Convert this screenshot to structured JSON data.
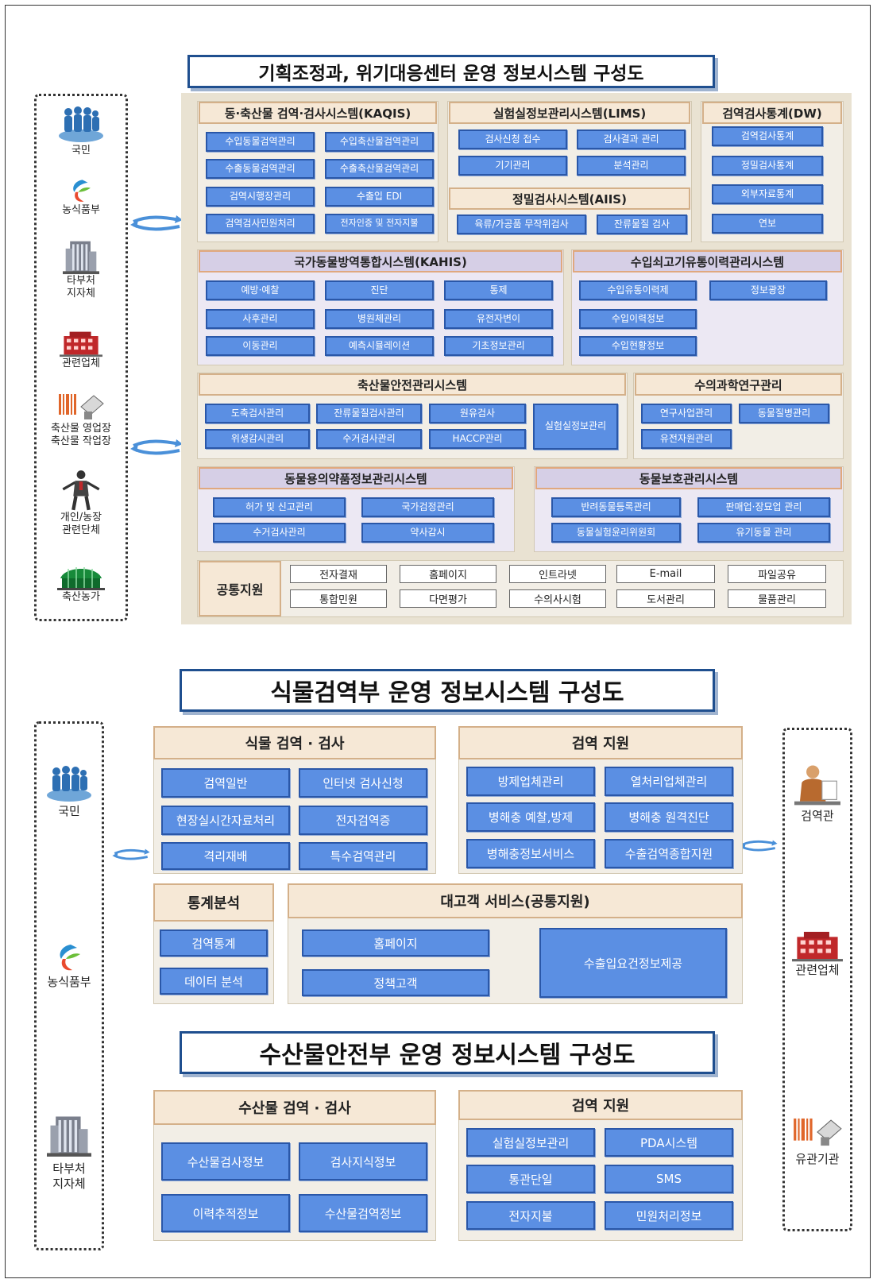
{
  "colors": {
    "module_fill": "#5b8fe3",
    "module_border": "#2a57a8",
    "title_border": "#1f4f8f",
    "panel": "#e9e2d2"
  },
  "section1": {
    "title": "기획조정과, 위기대응센터 운영 정보시스템 구성도",
    "stakeholders": [
      "국민",
      "농식품부",
      "타부처\n지자체",
      "관련업체",
      "축산물 영업장\n축산물 작업장",
      "개인/농장\n관련단체",
      "축산농가"
    ],
    "kaqis": {
      "title": "동·축산물 검역·검사시스템(KAQIS)",
      "items": [
        "수입동물검역관리",
        "수입축산물검역관리",
        "수출동물검역관리",
        "수출축산물검역관리",
        "검역시행장관리",
        "수출입 EDI",
        "검역검사민원처리",
        "전자인증 및 전자지불"
      ]
    },
    "lims": {
      "title": "실험실정보관리시스템(LIMS)",
      "items": [
        "검사신청 접수",
        "검사결과 관리",
        "기기관리",
        "분석관리"
      ]
    },
    "aiis": {
      "title": "정밀검사시스템(AIIS)",
      "items": [
        "육류/가공품 무작위검사",
        "잔류물질 검사"
      ]
    },
    "dw": {
      "title": "검역검사통계(DW)",
      "items": [
        "검역검사통계",
        "정밀검사통계",
        "외부자료통계",
        "연보"
      ]
    },
    "kahis": {
      "title": "국가동물방역통합시스템(KAHIS)",
      "items": [
        "예방·예찰",
        "진단",
        "통제",
        "사후관리",
        "병원체관리",
        "유전자변이",
        "이동관리",
        "예측시뮬레이션",
        "기초정보관리"
      ]
    },
    "beef": {
      "title": "수입쇠고기유통이력관리시스템",
      "items": [
        "수입유통이력제",
        "정보광장",
        "수입이력정보",
        "수입현황정보"
      ]
    },
    "safety": {
      "title": "축산물안전관리시스템",
      "items": [
        "도축검사관리",
        "잔류물질검사관리",
        "원유검사",
        "실험실정보관리",
        "위생감시관리",
        "수거검사관리",
        "HACCP관리"
      ]
    },
    "vet": {
      "title": "수의과학연구관리",
      "items": [
        "연구사업관리",
        "동물질병관리",
        "유전자원관리"
      ]
    },
    "drug": {
      "title": "동물용의약품정보관리시스템",
      "items": [
        "허가 및 신고관리",
        "국가검정관리",
        "수거검사관리",
        "약사감시"
      ]
    },
    "protect": {
      "title": "동물보호관리시스템",
      "items": [
        "반려동물등록관리",
        "판매업·장묘업 관리",
        "동물실험윤리위원회",
        "유기동물 관리"
      ]
    },
    "common": {
      "title": "공통지원",
      "items": [
        "전자결재",
        "홈페이지",
        "인트라넷",
        "E-mail",
        "파일공유",
        "통합민원",
        "다면평가",
        "수의사시험",
        "도서관리",
        "물품관리"
      ]
    }
  },
  "section2": {
    "title": "식물검역부 운영 정보시스템 구성도",
    "left_stakeholders": [
      "국민",
      "농식품부",
      "타부처\n지자체"
    ],
    "right_stakeholders": [
      "검역관",
      "관련업체",
      "유관기관"
    ],
    "inspect": {
      "title": "식물 검역 · 검사",
      "items": [
        "검역일반",
        "인터넷 검사신청",
        "현장실시간자료처리",
        "전자검역증",
        "격리재배",
        "특수검역관리"
      ]
    },
    "support": {
      "title": "검역 지원",
      "items": [
        "방제업체관리",
        "열처리업체관리",
        "병해충 예찰,방제",
        "병해충 원격진단",
        "병해충정보서비스",
        "수출검역종합지원"
      ]
    },
    "stats": {
      "title": "통계분석",
      "items": [
        "검역통계",
        "데이터 분석"
      ]
    },
    "customer": {
      "title": "대고객 서비스(공통지원)",
      "items": [
        "홈페이지",
        "정책고객",
        "수출입요건정보제공"
      ]
    }
  },
  "section3": {
    "title": "수산물안전부 운영 정보시스템 구성도",
    "inspect": {
      "title": "수산물 검역 · 검사",
      "items": [
        "수산물검사정보",
        "검사지식정보",
        "이력추적정보",
        "수산물검역정보"
      ]
    },
    "support": {
      "title": "검역 지원",
      "items": [
        "실험실정보관리",
        "PDA시스템",
        "통관단일",
        "SMS",
        "전자지불",
        "민원처리정보"
      ]
    }
  }
}
